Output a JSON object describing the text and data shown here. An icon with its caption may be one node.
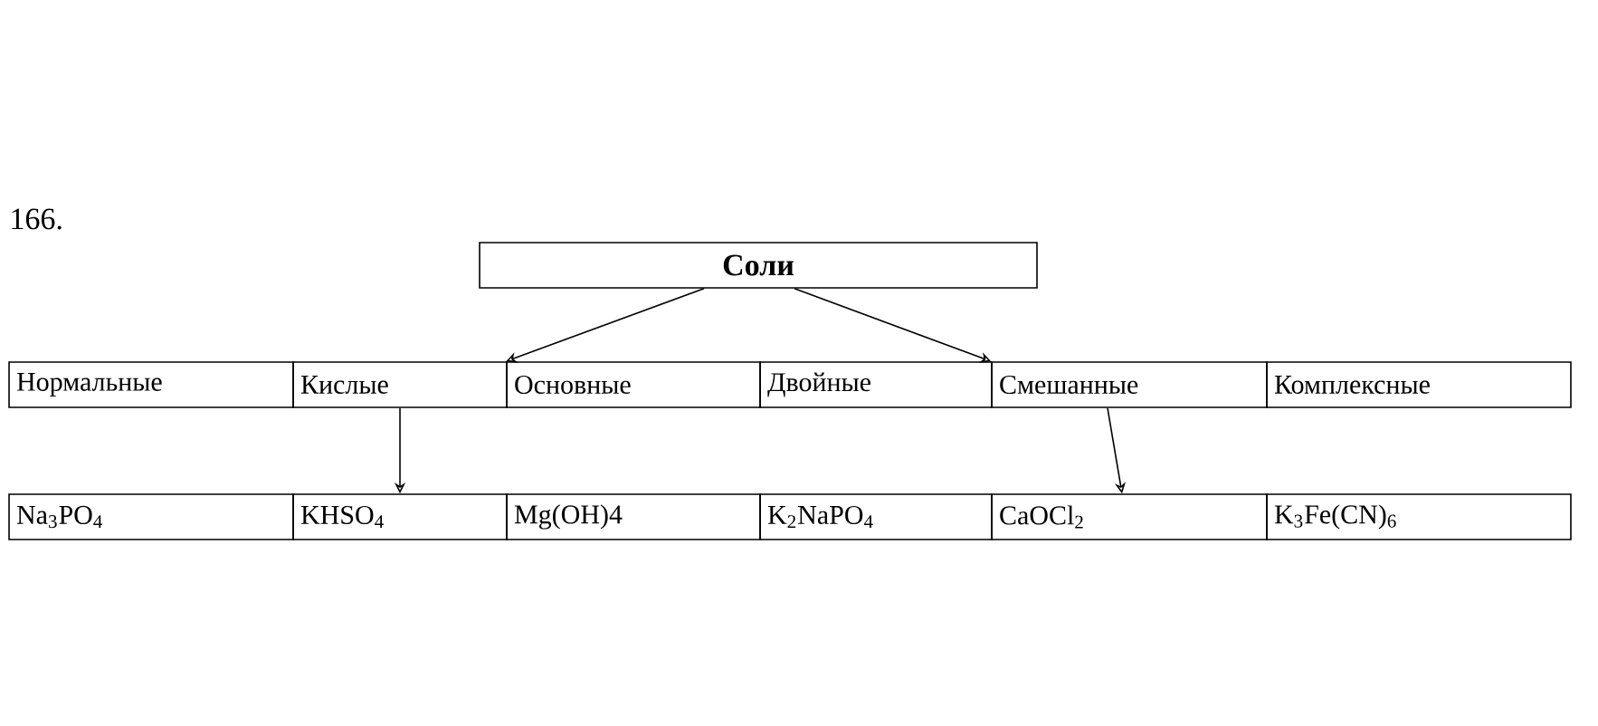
{
  "diagram": {
    "nodes": [
      {
        "text": [
          "**Соли**"
        ]
      },
      {
        "text": [
          "Нормальные"
        ]
      },
      {
        "text": [
          "Кислые"
        ]
      },
      {
        "text": [
          "Основные"
        ]
      },
      {
        "text": [
          "Двойные"
        ]
      },
      {
        "text": [
          "Смешанные"
        ]
      },
      {
        "text": [
          "Комплексные"
        ]
      },
      {
        "text": [
          "Na$_{3}$PO$_{4}$"
        ]
      },
      {
        "text": [
          "KHSO$_{4}$"
        ]
      },
      {
        "text": [
          "Mg(OH)4"
        ]
      },
      {
        "text": [
          "K$_{2}$NaPO$_{4}$"
        ]
      },
      {
        "text": [
          "CaOCl$_{2}$"
        ]
      },
      {
        "text": [
          "K$_{3}$Fe(CN)$_{6}$"
        ]
      }
    ],
    "edges": [
      {
        "from": 0,
        "to": 3,
        "arrow": "to"
      },
      {
        "from": 0,
        "to": 5,
        "arrow": "to"
      },
      {
        "from": 2,
        "to": 8,
        "arrow": "to"
      },
      {
        "from": 5,
        "to": 11,
        "arrow": "to"
      }
    ],
    "labels": [
      "166."
    ]
  }
}
